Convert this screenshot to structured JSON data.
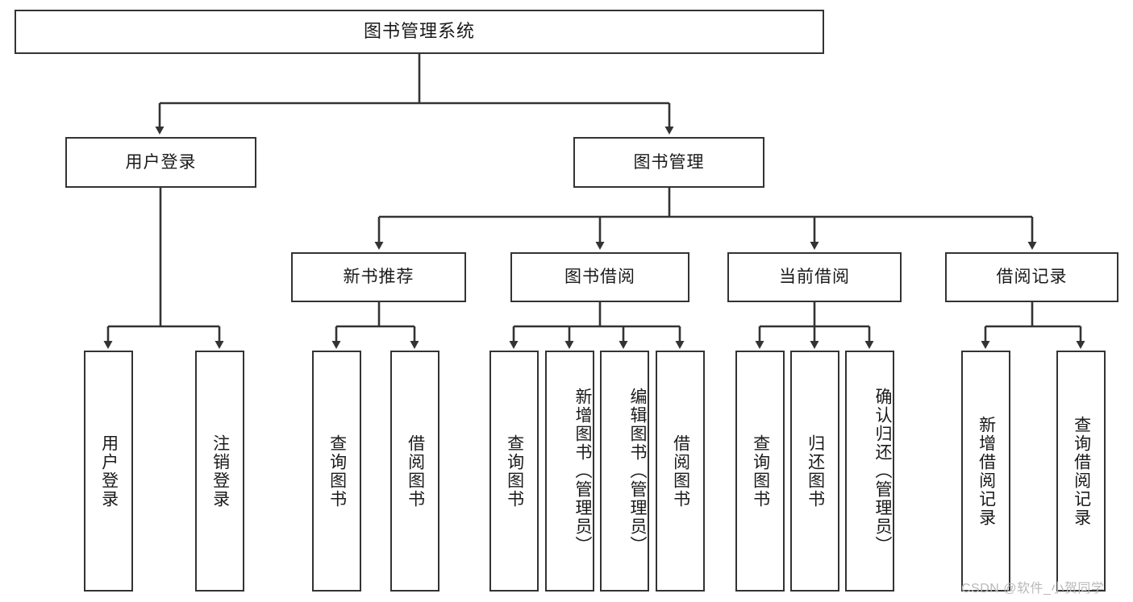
{
  "diagram": {
    "title": "图书管理系统",
    "type": "tree-hierarchy-diagram",
    "colors": {
      "background": "#ffffff",
      "border": "#333333",
      "text": "#1a1a1a",
      "watermark": "#b9b9b9"
    },
    "root": {
      "label": "图书管理系统"
    },
    "level2": [
      {
        "label": "用户登录"
      },
      {
        "label": "图书管理"
      }
    ],
    "level3": [
      {
        "label": "新书推荐"
      },
      {
        "label": "图书借阅"
      },
      {
        "label": "当前借阅"
      },
      {
        "label": "借阅记录"
      }
    ],
    "leaves": {
      "user_login": [
        {
          "label": "用户登录"
        },
        {
          "label": "注销登录"
        }
      ],
      "new_book_recommend": [
        {
          "label": "查询图书"
        },
        {
          "label": "借阅图书"
        }
      ],
      "book_borrow": [
        {
          "label": "查询图书"
        },
        {
          "label": "新增图书（管理员）"
        },
        {
          "label": "编辑图书（管理员）"
        },
        {
          "label": "借阅图书"
        }
      ],
      "current_borrow": [
        {
          "label": "查询图书"
        },
        {
          "label": "归还图书"
        },
        {
          "label": "确认归还（管理员）"
        }
      ],
      "borrow_record": [
        {
          "label": "新增借阅记录"
        },
        {
          "label": "查询借阅记录"
        }
      ]
    }
  },
  "watermark": {
    "text": "CSDN @软件_小贺同学"
  }
}
